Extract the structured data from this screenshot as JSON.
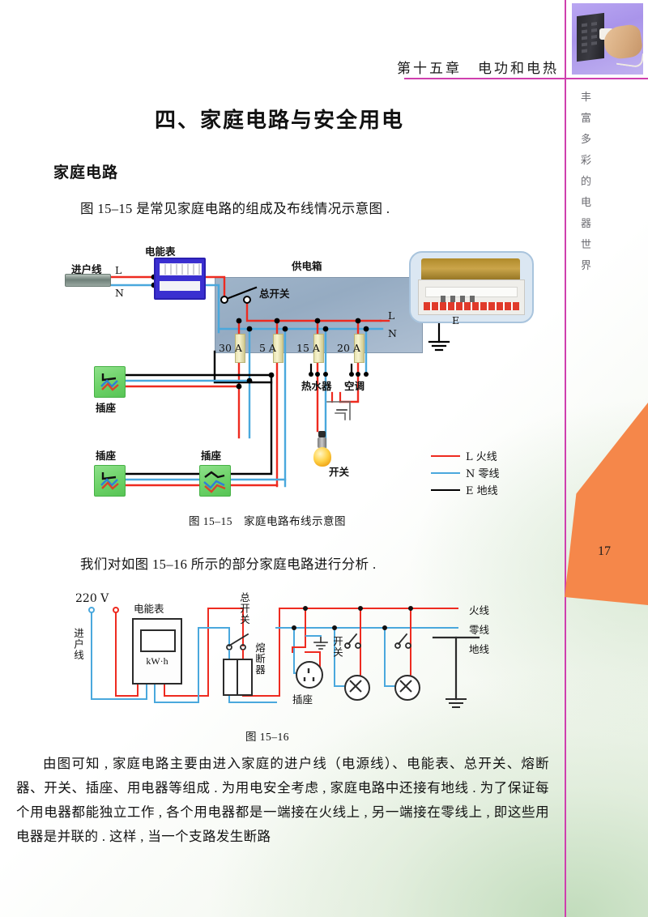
{
  "header": {
    "chapter": "第十五章　电功和电热",
    "side_label": [
      "丰",
      "富",
      "多",
      "彩",
      "的",
      "电",
      "器",
      "世",
      "界"
    ],
    "page_number": "17",
    "thumb_alt": "plug-photo"
  },
  "colors": {
    "rule": "#cf3fae",
    "wedge": "#f5874a",
    "live_wire": "#ee2b20",
    "neutral_wire": "#4aa8dd",
    "earth_wire": "#000000",
    "supply_box": "#9fb4c9",
    "socket_green": "#6fd36a"
  },
  "body": {
    "title": "四、家庭电路与安全用电",
    "section_heading": "家庭电路",
    "paragraph_1": "图 15–15 是常见家庭电路的组成及布线情况示意图 .",
    "paragraph_2": "我们对如图 15–16 所示的部分家庭电路进行分析 .",
    "paragraph_3": "由图可知 , 家庭电路主要由进入家庭的进户线（电源线）、电能表、总开关、熔断器、开关、插座、用电器等组成 . 为用电安全考虑 , 家庭电路中还接有地线 . 为了保证每个用电器都能独立工作 , 各个用电器都是一端接在火线上 , 另一端接在零线上 , 即这些用电器是并联的 . 这样 , 当一个支路发生断路"
  },
  "figure_15_15": {
    "caption": "图 15–15　家庭电路布线示意图",
    "labels": {
      "inlet": "进户线",
      "line_L": "L",
      "line_N": "N",
      "meter": "电能表",
      "supply_box": "供电箱",
      "main_switch": "总开关",
      "terminal_L": "L",
      "terminal_N": "N",
      "earth_E": "E",
      "switch": "开关"
    },
    "fuses": [
      "30 A",
      "5 A",
      "15 A",
      "20 A"
    ],
    "appliances": [
      "热水器",
      "空调"
    ],
    "sockets": [
      "插座",
      "插座",
      "插座"
    ],
    "legend": [
      {
        "code": "L",
        "text": "L 火线",
        "color": "#ee2b20"
      },
      {
        "code": "N",
        "text": "N 零线",
        "color": "#4aa8dd"
      },
      {
        "code": "E",
        "text": "E 地线",
        "color": "#000000"
      }
    ]
  },
  "figure_15_16": {
    "caption": "图 15–16",
    "labels": {
      "voltage": "220 V",
      "inlet": "进户线",
      "meter": "电能表",
      "meter_unit": "kW·h",
      "main_switch": "总开关",
      "fuse": "熔断器",
      "socket": "插座",
      "switch": "开关",
      "live": "火线",
      "neutral": "零线",
      "earth": "地线"
    }
  }
}
